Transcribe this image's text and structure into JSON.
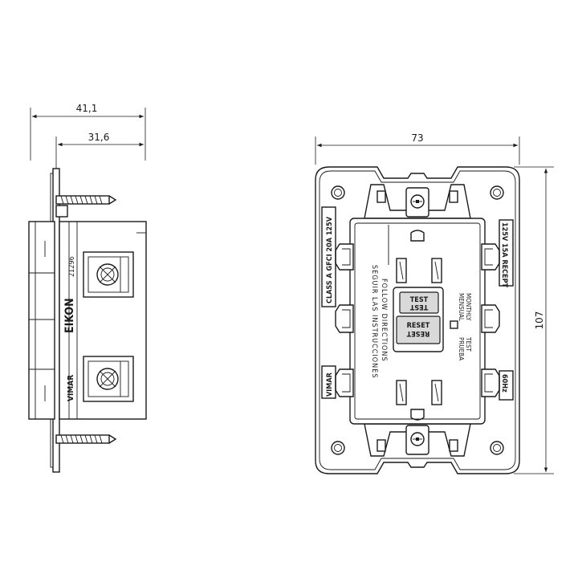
{
  "dimensions": {
    "side_total_depth": "41,1",
    "side_body_depth": "31,6",
    "front_width": "73",
    "front_height": "107"
  },
  "side_view": {
    "brand": "EIKON",
    "maker": "VIMAR",
    "code": "21296"
  },
  "front_view": {
    "rating_left": "CLASS A GFCI 20A 125V",
    "rating_right_top": "125V 15A RECEPT",
    "rating_right_bottom": "60Hz",
    "maker": "VIMAR",
    "instructions_en": "FOLLOW DIRECTIONS",
    "instructions_es": "SEGUIR LAS INSTRUCCIONES",
    "test_en": "TEST",
    "test_es": "TEST",
    "reset_en": "RESET",
    "reset_es": "RESET",
    "monthly_en": "MONTHLY",
    "monthly_es": "MENSUAL",
    "test_label_en": "TEST",
    "test_label_es": "PRUEBA"
  },
  "colors": {
    "line": "#1a1a1a",
    "background": "#ffffff"
  }
}
